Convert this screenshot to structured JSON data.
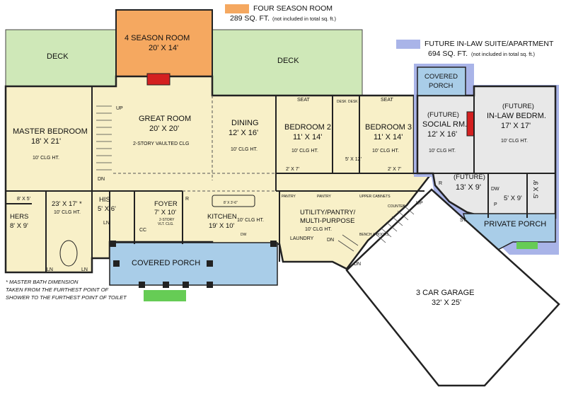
{
  "colors": {
    "deck": "#cfe8b8",
    "four_season": "#f5a860",
    "inlaw": "#a9b4e8",
    "porch": "#a9cde8",
    "rooms": "#f8f0c8",
    "future_rooms": "#e8e8e8",
    "wall": "#222222",
    "steps": "#66cc55",
    "fireplace": "#d42020"
  },
  "legend": {
    "four_season_title": "FOUR SEASON ROOM",
    "four_season_sqft": "289 SQ. FT.",
    "four_season_note": "(not included in total sq. ft.)",
    "inlaw_title": "FUTURE IN-LAW SUITE/APARTMENT",
    "inlaw_sqft": "694 SQ. FT.",
    "inlaw_note": "(not included in total sq. ft.)"
  },
  "rooms": {
    "deck_left": "DECK",
    "deck_right": "DECK",
    "four_season_name": "4 SEASON ROOM",
    "four_season_dim": "20' X 14'",
    "great_room_name": "GREAT ROOM",
    "great_room_dim": "20' X 20'",
    "great_room_note": "2-STORY VAULTED CLG",
    "up_label": "UP",
    "dn_label_1": "DN",
    "dining_name": "DINING",
    "dining_dim": "12' X 16'",
    "dining_note": "10' CLG HT.",
    "master_name": "MASTER BEDROOM",
    "master_dim": "18' X 21'",
    "master_note": "10' CLG HT.",
    "bath_dim": "23' X 17' *",
    "bath_note": "10' CLG HT.",
    "closet_small": "8' X 5'",
    "hers_name": "HERS",
    "hers_dim": "8' X 9'",
    "his_name": "HIS",
    "his_dim": "5' X 6'",
    "ln_1": "LN",
    "ln_2": "LN",
    "ln_3": "LN",
    "foyer_name": "FOYER",
    "foyer_dim": "7' X 10'",
    "foyer_note_1": "2-STORY",
    "foyer_note_2": "VLT. CLG.",
    "cc": "CC",
    "kitchen_name": "KITCHEN",
    "kitchen_dim": "19' X 10'",
    "kitchen_note": "10' CLG HT.",
    "island": "8' X 3'-6\"",
    "dw_1": "DW",
    "r_1": "R",
    "pantry_small": "PANTRY",
    "pantry": "PANTRY",
    "upper_cabinets": "UPPER CABINETS",
    "counter": "COUNTER",
    "bench_hooks": "BENCH & HOOKS",
    "utility_name_1": "UTILITY/PANTRY/",
    "utility_name_2": "MULTI-PURPOSE",
    "utility_note": "10' CLG HT.",
    "laundry": "LAUNDRY",
    "dn_label_2": "DN",
    "dn_label_3": "DN",
    "up_label_2": "UP",
    "seat_1": "SEAT",
    "seat_2": "SEAT",
    "desk_1": "DESK",
    "desk_2": "DESK",
    "bed2_name": "BEDROOM 2",
    "bed2_dim": "11' X 14'",
    "bed2_note": "10' CLG HT.",
    "bed2_closet": "2' X 7'",
    "bath2_dim": "5' X 12'",
    "bed3_name": "BEDROOM 3",
    "bed3_dim": "11' X 14'",
    "bed3_note": "10' CLG HT.",
    "bed3_closet": "2' X 7'",
    "covered_porch_front": "COVERED PORCH",
    "covered_porch_top_1": "COVERED",
    "covered_porch_top_2": "PORCH",
    "social_future": "(FUTURE)",
    "social_name": "SOCIAL RM.",
    "social_dim": "12' X 16'",
    "social_note": "10' CLG HT.",
    "inlaw_future": "(FUTURE)",
    "inlaw_name": "IN-LAW BEDRM.",
    "inlaw_dim": "17' X 17'",
    "inlaw_note": "10' CLG HT.",
    "kitch2_future": "(FUTURE)",
    "kitch2_dim": "13' X 9'",
    "r_2": "R",
    "dw_2": "DW",
    "p_label": "P",
    "bath3_dim": "5' X 9'",
    "closet3_dim": "5' X 9'",
    "st_label": "ST",
    "private_porch": "PRIVATE PORCH",
    "garage_name": "3 CAR GARAGE",
    "garage_dim": "32' X 25'"
  },
  "footnote": {
    "line1": "* MASTER BATH DIMENSION",
    "line2": "TAKEN FROM THE FURTHEST POINT OF",
    "line3": "SHOWER TO THE FURTHEST POINT OF TOILET"
  }
}
